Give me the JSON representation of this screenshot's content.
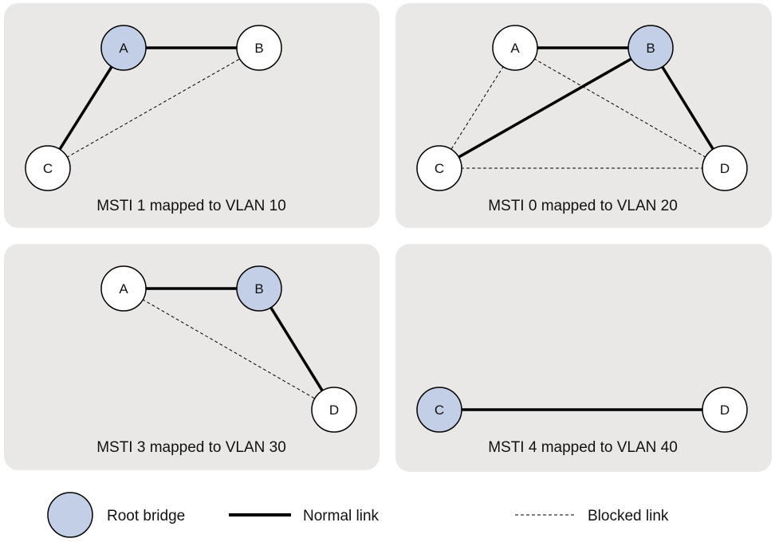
{
  "colors": {
    "panel_bg": "#e9e8e6",
    "root_fill": "#c3cfe6",
    "node_fill": "#ffffff",
    "line": "#000000"
  },
  "panels": [
    {
      "caption": "MSTI 1 mapped to VLAN 10",
      "nodes": [
        {
          "id": "A",
          "label": "A",
          "root": true
        },
        {
          "id": "B",
          "label": "B",
          "root": false
        },
        {
          "id": "C",
          "label": "C",
          "root": false
        }
      ],
      "links": [
        {
          "from": "A",
          "to": "B",
          "state": "normal"
        },
        {
          "from": "A",
          "to": "C",
          "state": "normal"
        },
        {
          "from": "C",
          "to": "B",
          "state": "blocked"
        }
      ]
    },
    {
      "caption": "MSTI 0 mapped to VLAN 20",
      "nodes": [
        {
          "id": "A",
          "label": "A",
          "root": false
        },
        {
          "id": "B",
          "label": "B",
          "root": true
        },
        {
          "id": "C",
          "label": "C",
          "root": false
        },
        {
          "id": "D",
          "label": "D",
          "root": false
        }
      ],
      "links": [
        {
          "from": "A",
          "to": "B",
          "state": "normal"
        },
        {
          "from": "C",
          "to": "B",
          "state": "normal"
        },
        {
          "from": "B",
          "to": "D",
          "state": "normal"
        },
        {
          "from": "A",
          "to": "C",
          "state": "blocked"
        },
        {
          "from": "A",
          "to": "D",
          "state": "blocked"
        },
        {
          "from": "C",
          "to": "D",
          "state": "blocked"
        }
      ]
    },
    {
      "caption": "MSTI 3 mapped to VLAN 30",
      "nodes": [
        {
          "id": "A",
          "label": "A",
          "root": false
        },
        {
          "id": "B",
          "label": "B",
          "root": true
        },
        {
          "id": "D",
          "label": "D",
          "root": false
        }
      ],
      "links": [
        {
          "from": "A",
          "to": "B",
          "state": "normal"
        },
        {
          "from": "B",
          "to": "D",
          "state": "normal"
        },
        {
          "from": "A",
          "to": "D",
          "state": "blocked"
        }
      ]
    },
    {
      "caption": "MSTI 4 mapped to VLAN 40",
      "nodes": [
        {
          "id": "C",
          "label": "C",
          "root": true
        },
        {
          "id": "D",
          "label": "D",
          "root": false
        }
      ],
      "links": [
        {
          "from": "C",
          "to": "D",
          "state": "normal"
        }
      ]
    }
  ],
  "legend": {
    "root_bridge": "Root bridge",
    "normal_link": "Normal link",
    "blocked_link": "Blocked link"
  }
}
